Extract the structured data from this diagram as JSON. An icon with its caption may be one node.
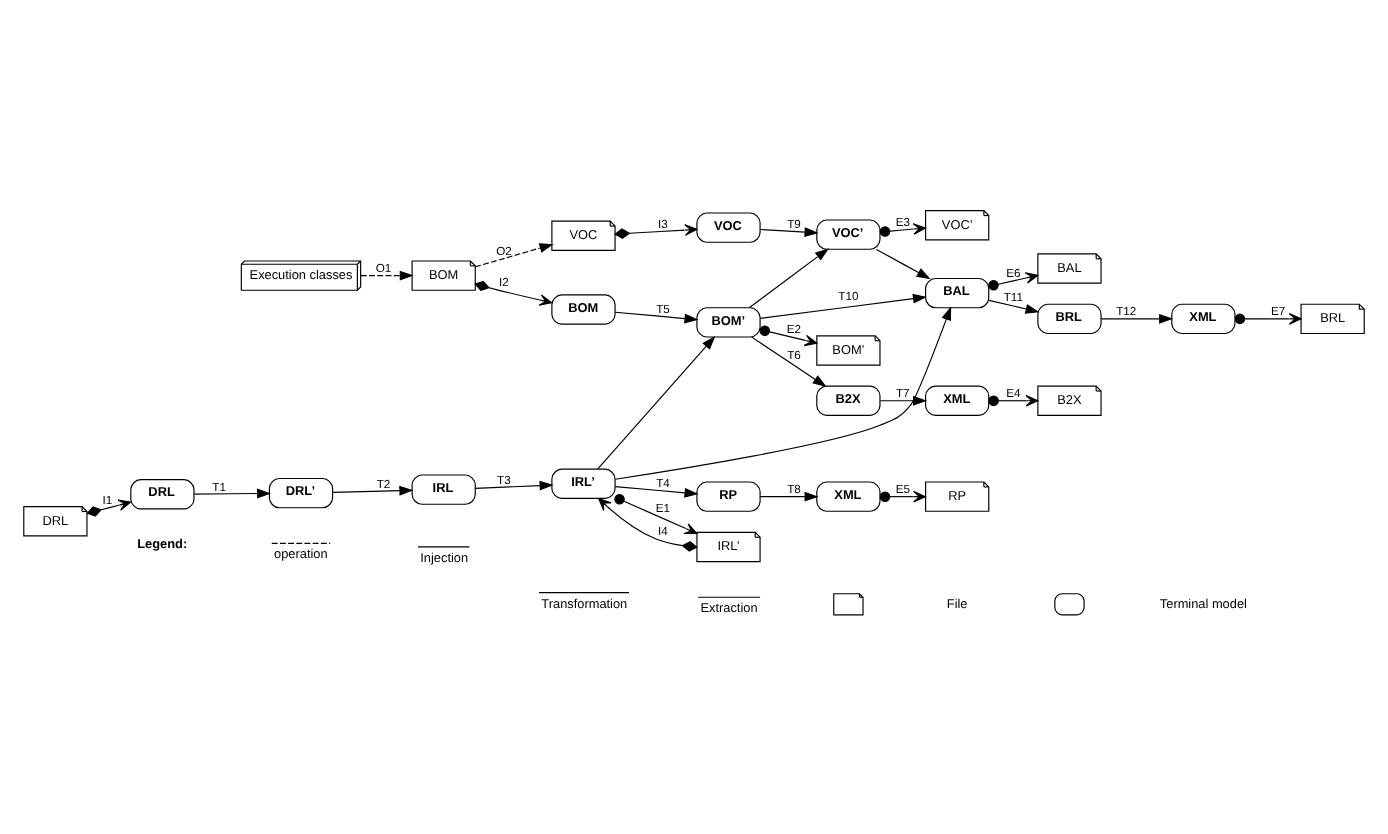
{
  "diagram": {
    "nodes": [
      {
        "text": [
          "Execution classes"
        ]
      },
      {
        "text": [
          "BOM"
        ]
      },
      {
        "text": [
          "VOC"
        ]
      },
      {
        "text": [
          "BOM"
        ]
      },
      {
        "text": [
          "VOC"
        ]
      },
      {
        "text": [
          "VOC’"
        ]
      },
      {
        "text": [
          "VOC’"
        ]
      },
      {
        "text": [
          "BAL"
        ]
      },
      {
        "text": [
          "DRL"
        ]
      },
      {
        "text": [
          "BOM’"
        ]
      },
      {
        "text": [
          "BAL"
        ]
      },
      {
        "text": [
          "BOM’"
        ]
      },
      {
        "text": [
          "DRL"
        ]
      },
      {
        "text": [
          "DRL’"
        ]
      },
      {
        "text": [
          "B2X"
        ]
      },
      {
        "text": [
          "XML"
        ]
      },
      {
        "text": [
          "B2X"
        ]
      },
      {
        "text": [
          "BRL"
        ]
      },
      {
        "text": [
          "IRL"
        ]
      },
      {
        "text": [
          "IRL’"
        ]
      },
      {
        "text": [
          "RP"
        ]
      },
      {
        "text": [
          "XML"
        ]
      },
      {
        "text": [
          "RP"
        ]
      },
      {
        "text": [
          "XML"
        ]
      },
      {
        "text": [
          "IRL’"
        ]
      },
      {
        "text": [
          "BRL"
        ]
      }
    ],
    "edges": [
      {
        "from": 0,
        "to": 1,
        "arrow": "to",
        "label": "O1",
        "style": "dashed"
      },
      {
        "from": 1,
        "to": 2,
        "arrow": "to",
        "label": "O2",
        "style": "dashed"
      },
      {
        "from": 1,
        "to": 3,
        "arrow": "to",
        "label": "I2"
      },
      {
        "from": 2,
        "to": 4,
        "arrow": "to",
        "label": "I3"
      },
      {
        "from": 3,
        "to": 9,
        "arrow": "to",
        "label": "T5"
      },
      {
        "from": 19,
        "to": 9,
        "arrow": "to"
      },
      {
        "from": 4,
        "to": 6,
        "arrow": "to",
        "label": "T9"
      },
      {
        "from": 9,
        "to": 6,
        "arrow": "to"
      },
      {
        "from": 6,
        "to": 5,
        "arrow": "to",
        "label": "E3"
      },
      {
        "from": 9,
        "to": 10,
        "arrow": "to",
        "label": "T10"
      },
      {
        "from": 19,
        "to": 10,
        "arrow": "to"
      },
      {
        "from": 6,
        "to": 10,
        "arrow": "to"
      },
      {
        "from": 10,
        "to": 7,
        "arrow": "to",
        "label": "E6"
      },
      {
        "from": 8,
        "to": 12,
        "arrow": "to",
        "label": "I1"
      },
      {
        "from": 9,
        "to": 11,
        "arrow": "to",
        "label": "E2"
      },
      {
        "from": 9,
        "to": 14,
        "arrow": "to",
        "label": "T6"
      },
      {
        "from": 14,
        "to": 15,
        "arrow": "to",
        "label": "T7"
      },
      {
        "from": 15,
        "to": 16,
        "arrow": "to",
        "label": "E4"
      },
      {
        "from": 10,
        "to": 17,
        "arrow": "to",
        "label": "T11"
      },
      {
        "from": 12,
        "to": 13,
        "arrow": "to",
        "label": "T1"
      },
      {
        "from": 13,
        "to": 18,
        "arrow": "to",
        "label": "T2"
      },
      {
        "from": 18,
        "to": 19,
        "arrow": "to",
        "label": "T3"
      },
      {
        "from": 19,
        "to": 20,
        "arrow": "to",
        "label": "T4"
      },
      {
        "from": 20,
        "to": 21,
        "arrow": "to",
        "label": "T8"
      },
      {
        "from": 21,
        "to": 22,
        "arrow": "to",
        "label": "E5"
      },
      {
        "from": 17,
        "to": 23,
        "arrow": "to",
        "label": "T12"
      },
      {
        "from": 23,
        "to": 25,
        "arrow": "to",
        "label": "E7"
      },
      {
        "from": 19,
        "to": 24,
        "arrow": "to",
        "label": "E1"
      },
      {
        "from": 24,
        "to": 19,
        "arrow": "to",
        "label": "I4"
      }
    ],
    "labels": [
      "Legend:"
    ],
    "legend": [
      {
        "text": "operation"
      },
      {
        "text": "Injection"
      },
      {
        "text": "Transformation"
      },
      {
        "text": "Extraction"
      },
      {
        "text": "File"
      },
      {
        "text": "Terminal model"
      }
    ]
  }
}
